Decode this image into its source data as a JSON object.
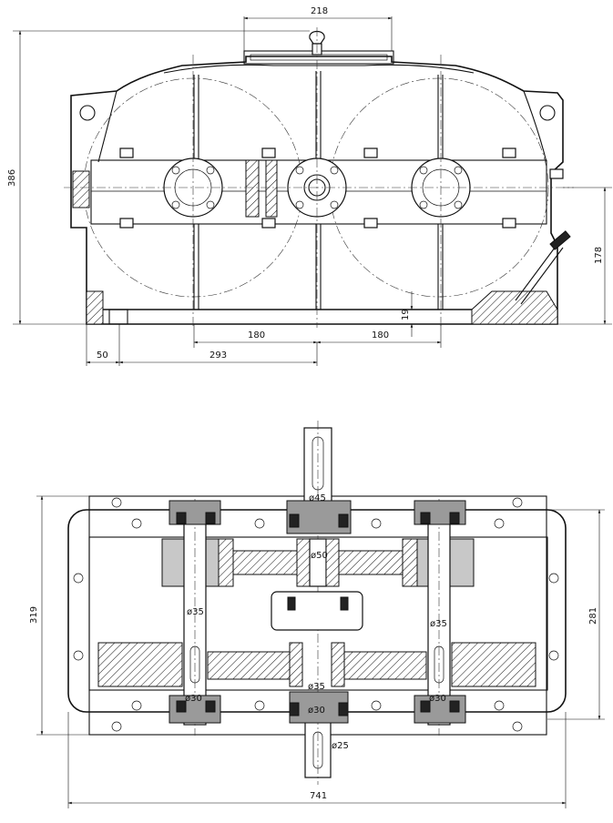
{
  "top_view": {
    "dims": {
      "top_width": "218",
      "overall_height": "386",
      "right_height": "178",
      "base_height": "19",
      "spacing_left": "180",
      "spacing_right": "180",
      "foot_offset": "50",
      "shaft_offset": "293"
    }
  },
  "bottom_view": {
    "dims": {
      "overall_width": "741",
      "overall_depth": "319",
      "inner_depth": "281"
    },
    "labels": {
      "d_input_shaft": "ø45",
      "d_mid_gear": "ø50",
      "d_left_shaft": "ø35",
      "d_right_shaft": "ø35",
      "d_center_bearing": "ø35",
      "d_left_bearing": "ø30",
      "d_center_lower": "ø30",
      "d_right_bearing": "ø30",
      "d_output_shaft": "ø25"
    }
  }
}
